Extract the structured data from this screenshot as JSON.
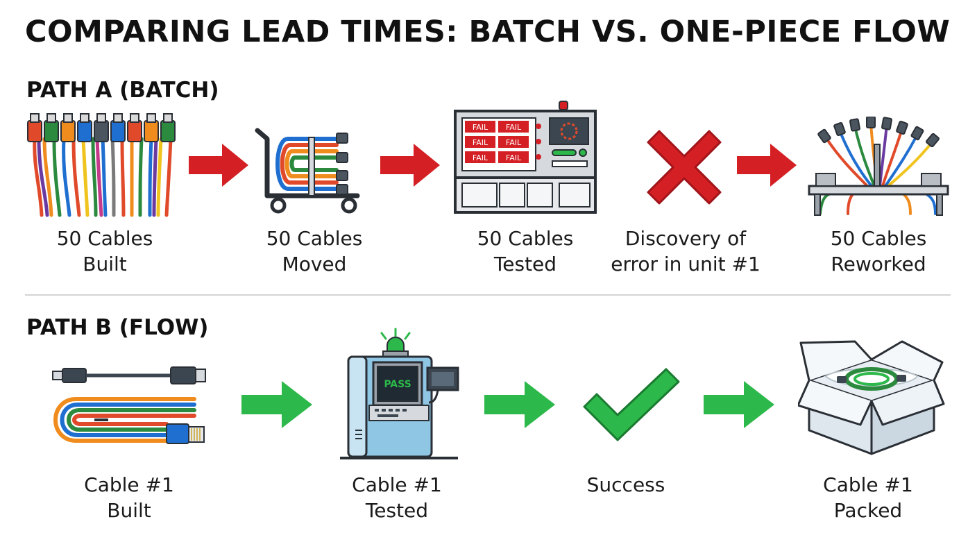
{
  "title": "COMPARING LEAD TIMES: BATCH VS. ONE-PIECE FLOW",
  "colors": {
    "batch_arrow": "#d42025",
    "flow_arrow": "#2cb84a",
    "fail_red": "#d42025",
    "pass_green": "#2cb84a",
    "outline": "#2a2f36"
  },
  "path_a": {
    "label": "PATH A (BATCH)",
    "steps": [
      {
        "line1": "50 Cables",
        "line2": "Built",
        "icon": "cable-bundle-icon"
      },
      {
        "line1": "50 Cables",
        "line2": "Moved",
        "icon": "cart-icon"
      },
      {
        "line1": "50 Cables",
        "line2": "Tested",
        "icon": "test-station-icon"
      },
      {
        "line1": "Discovery of",
        "line2": "error in unit #1",
        "icon": "red-x-icon"
      },
      {
        "line1": "50 Cables",
        "line2": "Reworked",
        "icon": "rework-bench-icon"
      }
    ],
    "fail_labels": [
      "FAIL",
      "FAIL",
      "FAIL",
      "FAIL",
      "FAIL",
      "FAIL"
    ]
  },
  "path_b": {
    "label": "PATH B (FLOW)",
    "steps": [
      {
        "line1": "Cable #1",
        "line2": "Built",
        "icon": "single-cable-icon"
      },
      {
        "line1": "Cable #1",
        "line2": "Tested",
        "icon": "pass-tester-icon"
      },
      {
        "line1": "Success",
        "line2": "",
        "icon": "green-check-icon"
      },
      {
        "line1": "Cable #1",
        "line2": "Packed",
        "icon": "open-box-icon"
      }
    ],
    "pass_label": "PASS"
  }
}
